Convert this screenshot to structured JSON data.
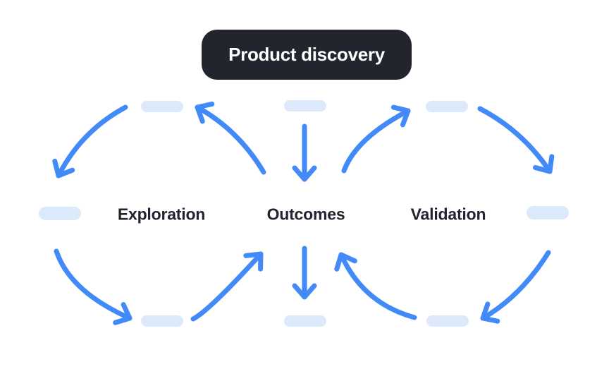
{
  "header": {
    "title": "Product discovery"
  },
  "diagram": {
    "exploration_label": "Exploration",
    "outcomes_label": "Outcomes",
    "validation_label": "Validation"
  },
  "colors": {
    "arrow_accent": "#418af7",
    "pill_fill": "#dce9fb",
    "badge_background": "#22252e",
    "badge_text": "#ffffff",
    "label_text": "#20242e",
    "background": "#ffffff"
  }
}
